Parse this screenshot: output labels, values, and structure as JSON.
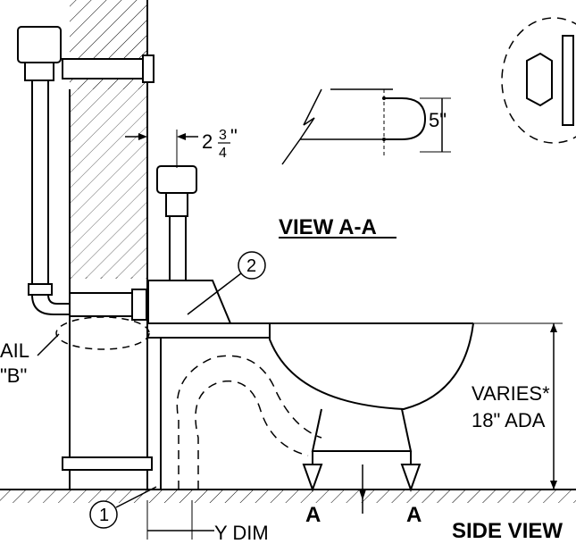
{
  "labels": {
    "view_aa": "VIEW A-A",
    "side_view": "SIDE VIEW",
    "dim_5": "5\"",
    "dim_two": "2",
    "dim_frac_num": "3",
    "dim_frac_den": "4",
    "dim_inch": "\"",
    "varies": "VARIES*",
    "ada": "18\" ADA",
    "y_dim": "Y DIM",
    "section_a_left": "A",
    "section_a_right": "A",
    "callout_1": "1",
    "callout_2": "2",
    "detail_ail": "AIL",
    "detail_b": "\"B\""
  },
  "colors": {
    "line": "#000000",
    "background": "#ffffff"
  }
}
